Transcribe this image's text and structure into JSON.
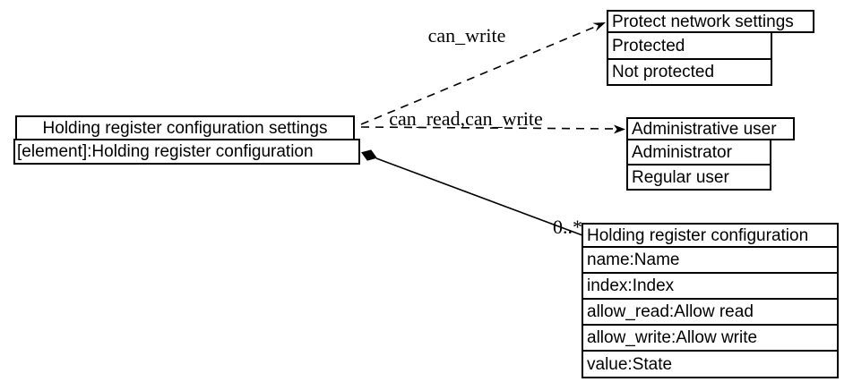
{
  "colors": {
    "background": "#ffffff",
    "node_fill": "#ffffff",
    "border": "#000000",
    "text": "#000000",
    "edge": "#000000"
  },
  "nodes": {
    "settings": {
      "title": "Holding register configuration settings",
      "attribute": "[element]:Holding register configuration"
    },
    "protect_network_settings": {
      "title": "Protect network settings",
      "values": [
        "Protected",
        "Not protected"
      ]
    },
    "administrative_user": {
      "title": "Administrative user",
      "values": [
        "Administrator",
        "Regular user"
      ]
    },
    "holding_register_configuration": {
      "title": "Holding register configuration",
      "attributes": [
        "name:Name",
        "index:Index",
        "allow_read:Allow read",
        "allow_write:Allow write",
        "value:State"
      ]
    }
  },
  "edges": [
    {
      "label": "can_write",
      "style": "dashed",
      "marker": "filled-vee-arrowhead",
      "from": "settings",
      "to": "protect_network_settings"
    },
    {
      "label": "can_read,can_write",
      "style": "dashed",
      "marker": "filled-vee-arrowhead",
      "from": "settings",
      "to": "administrative_user"
    },
    {
      "label": "0..*",
      "style": "solid",
      "marker": "filled-diamond",
      "from": "settings",
      "to": "holding_register_configuration"
    }
  ]
}
